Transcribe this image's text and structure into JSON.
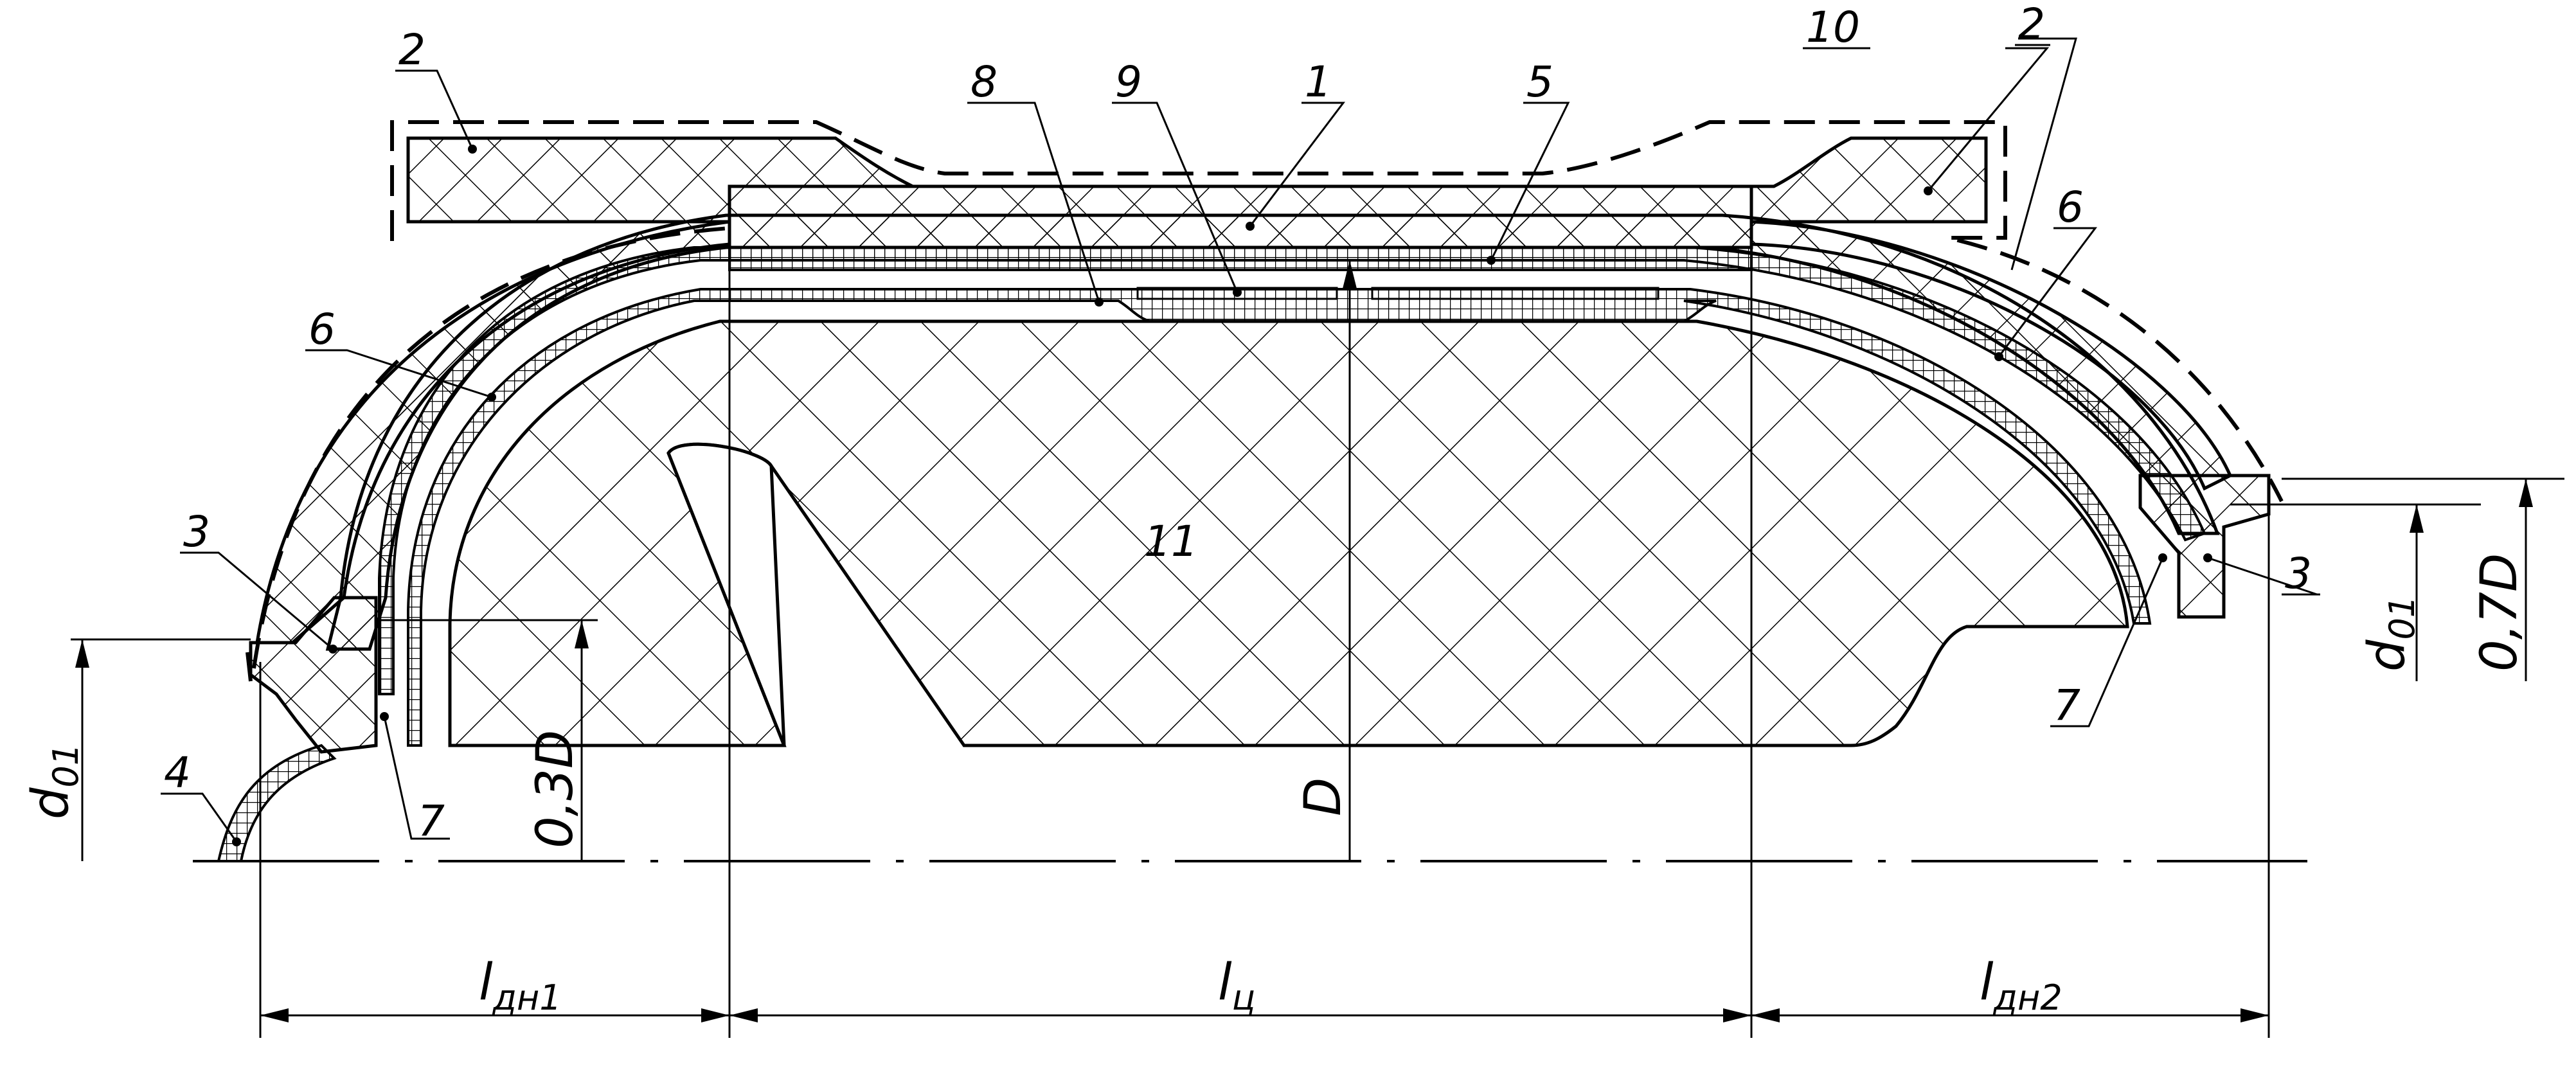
{
  "diagram": {
    "callouts": {
      "c1": "1",
      "c2_left": "2",
      "c2_right": "2",
      "c3_left": "3",
      "c3_right": "3",
      "c4": "4",
      "c5": "5",
      "c6_left": "6",
      "c6_right": "6",
      "c7_left": "7",
      "c7_right": "7",
      "c8": "8",
      "c9": "9",
      "c10": "10",
      "c11": "11"
    },
    "dimensions": {
      "d01_left": {
        "main": "d",
        "sub": "01"
      },
      "d01_right": {
        "main": "d",
        "sub": "01"
      },
      "d03": "0,3D",
      "d07": "0,7D",
      "dD": "D",
      "l_gn1": {
        "main": "l",
        "sub": "дн1"
      },
      "l_c": {
        "main": "l",
        "sub": "ц"
      },
      "l_gn2": {
        "main": "l",
        "sub": "дн2"
      }
    },
    "colors": {
      "ink": "#000000",
      "paper": "#ffffff"
    }
  }
}
